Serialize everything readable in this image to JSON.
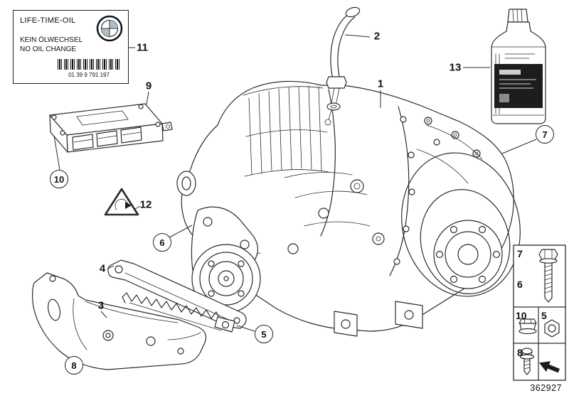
{
  "diagram": {
    "drawing_number": "362927"
  },
  "oil_label": {
    "title": "LIFE-TIME-OIL",
    "subtitle_de": "KEIN ÖLWECHSEL",
    "subtitle_en": "NO OIL CHANGE",
    "barcode_number": "01 39 9 791 197"
  },
  "callouts": {
    "c1": "1",
    "c2": "2",
    "c3": "3",
    "c4": "4",
    "c5": "5",
    "c6": "6",
    "c7": "7",
    "c8": "8",
    "c9": "9",
    "c10": "10",
    "c11": "11",
    "c12": "12",
    "c13": "13"
  },
  "legend": {
    "bolt_upper": "7",
    "bolt_lower": "6",
    "flange_nut": "10",
    "lock_nut": "5",
    "screw": "8"
  },
  "icons": {
    "bmw_logo": "bmw-roundel-icon",
    "warning": "warning-triangle-icon",
    "bolt": "hex-bolt-icon",
    "flange_nut": "flange-nut-icon",
    "lock_nut": "hex-nut-icon",
    "screw": "pan-head-screw-icon",
    "direction_arrow": "direction-arrow-icon",
    "barcode": "barcode-icon"
  },
  "colors": {
    "line": "#2b2b2b",
    "background": "#ffffff",
    "label_dark": "#1d1d1d"
  }
}
